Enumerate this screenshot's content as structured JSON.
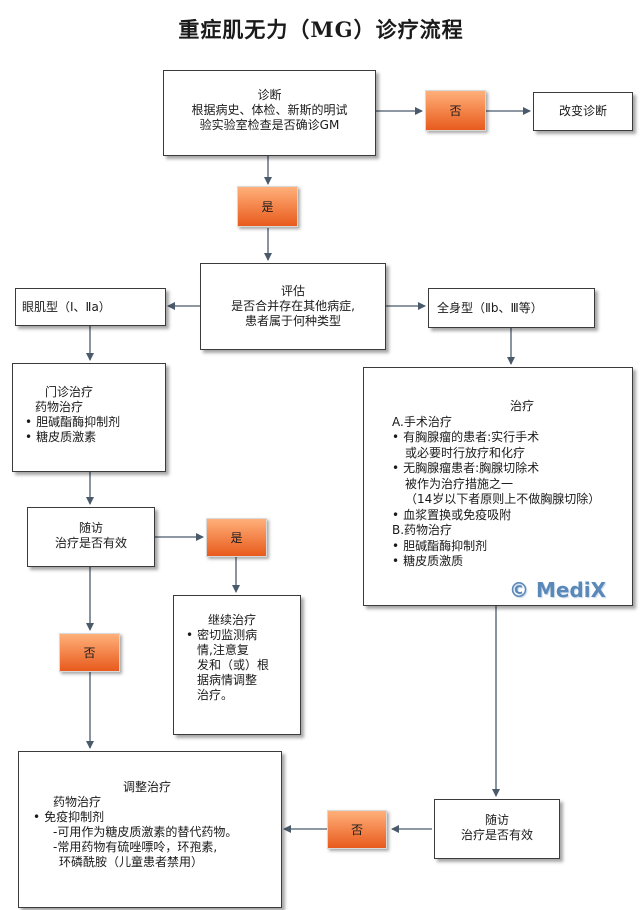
{
  "title": "重症肌无力（MG）诊疗流程",
  "diagnosis": {
    "heading": "诊断",
    "lines": [
      "根据病史、体检、新斯的明试",
      "验实验室检查是否确诊GM"
    ]
  },
  "no_label": "否",
  "yes_label": "是",
  "change_diagnosis": "改变诊断",
  "assessment": {
    "heading": "评估",
    "lines": [
      "是否合并存在其他病症,",
      "患者属于何种类型"
    ]
  },
  "ocular_type": "眼肌型（Ⅰ、Ⅱa）",
  "general_type": "全身型（Ⅱb、Ⅲ等）",
  "outpatient": {
    "heading": "门诊治疗",
    "sub": "药物治疗",
    "items": [
      "胆碱酯酶抑制剂",
      "糖皮质激素"
    ]
  },
  "followup_left": {
    "heading": "随访",
    "line": "治疗是否有效"
  },
  "continue": {
    "heading": "继续治疗",
    "lines": [
      "密切监测病",
      "情,注意复",
      "发和（或）根",
      "据病情调整",
      "治疗。"
    ]
  },
  "treatment": {
    "heading": "治疗",
    "a": "A.手术治疗",
    "a_items": [
      {
        "line1": "有胸腺瘤的患者:实行手术",
        "line2": "或必要时行放疗和化疗"
      },
      {
        "line1": "无胸腺瘤患者:胸腺切除术",
        "line2": "被作为治疗措施之一",
        "line3": "（14岁以下者原则上不做胸腺切除）"
      },
      {
        "line1": "血浆置换或免疫吸附"
      }
    ],
    "b": "B.药物治疗",
    "b_items": [
      "胆碱酯酶抑制剂",
      "糖皮质激质"
    ]
  },
  "watermark": "© MediX",
  "adjust": {
    "heading": "调整治疗",
    "sub": "药物治疗",
    "item": "免疫抑制剂",
    "notes": [
      "-可用作为糖皮质激素的替代药物。",
      "-常用药物有硫唑嘌呤，环孢素,",
      "环磷酰胺（儿童患者禁用）"
    ]
  },
  "followup_right": {
    "heading": "随访",
    "line": "治疗是否有效"
  },
  "colors": {
    "arrow": "#4a5a6a",
    "tag_top": "#ffb07a",
    "tag_bottom": "#e85a1c",
    "watermark": "#5a88b8"
  }
}
